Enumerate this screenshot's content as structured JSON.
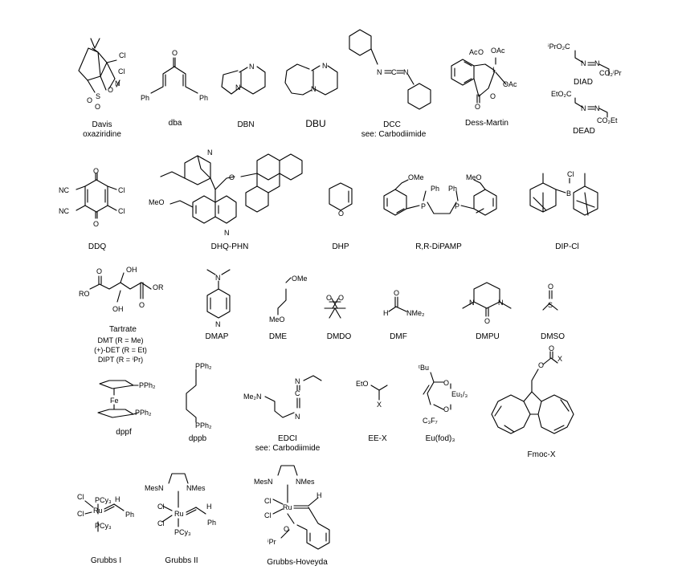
{
  "reagents": [
    {
      "id": "davis",
      "name_line1": "Davis",
      "name_line2": "oxaziridine"
    },
    {
      "id": "dba",
      "name": "dba"
    },
    {
      "id": "dbn",
      "name": "DBN"
    },
    {
      "id": "dbu",
      "name": "DBU"
    },
    {
      "id": "dcc",
      "name": "DCC",
      "note": "see: Carbodiimide"
    },
    {
      "id": "dess",
      "name": "Dess-Martin"
    },
    {
      "id": "diad",
      "name": "DIAD"
    },
    {
      "id": "dead",
      "name": "DEAD"
    },
    {
      "id": "ddq",
      "name": "DDQ"
    },
    {
      "id": "dhq",
      "name": "DHQ-PHN"
    },
    {
      "id": "dhp",
      "name": "DHP"
    },
    {
      "id": "dipamp",
      "name": "R,R-DiPAMP"
    },
    {
      "id": "dipcl",
      "name": "DIP-Cl"
    },
    {
      "id": "tartrate",
      "name": "Tartrate",
      "note1": "DMT (R = Me)",
      "note2": "(+)-DET (R = Et)",
      "note3": "DIPT (R = ⁱPr)"
    },
    {
      "id": "dmap",
      "name": "DMAP"
    },
    {
      "id": "dme",
      "name": "DME"
    },
    {
      "id": "dmdo",
      "name": "DMDO"
    },
    {
      "id": "dmf",
      "name": "DMF"
    },
    {
      "id": "dmpu",
      "name": "DMPU"
    },
    {
      "id": "dmso",
      "name": "DMSO"
    },
    {
      "id": "dppf",
      "name": "dppf"
    },
    {
      "id": "dppb",
      "name": "dppb"
    },
    {
      "id": "edci",
      "name": "EDCI",
      "note": "see: Carbodiimide"
    },
    {
      "id": "eex",
      "name": "EE-X"
    },
    {
      "id": "eufod",
      "name": "Eu(fod)₃"
    },
    {
      "id": "fmoc",
      "name": "Fmoc-X"
    },
    {
      "id": "grubbs1",
      "name": "Grubbs I"
    },
    {
      "id": "grubbs2",
      "name": "Grubbs II"
    },
    {
      "id": "hoveyda",
      "name": "Grubbs-Hoveyda"
    }
  ],
  "atom_labels": {
    "cl": "Cl",
    "n": "N",
    "o": "O",
    "s": "S",
    "ph": "Ph",
    "ac": "Ac",
    "oac": "OAc",
    "i": "I",
    "ipro2c": "ⁱPrO₂C",
    "co2ipr": "CO₂ⁱPr",
    "eto2c": "EtO₂C",
    "co2et": "CO₂Et",
    "nc": "NC",
    "c": "C",
    "meo": "MeO",
    "ome": "OMe",
    "p": "P",
    "b": "B",
    "ro": "RO",
    "or": "OR",
    "oh": "OH",
    "h": "H",
    "nme2": "NMe₂",
    "me2n": "Me₂N",
    "pph2": "PPh₂",
    "fe": "Fe",
    "eto": "EtO",
    "x": "X",
    "tbu": "ᵗBu",
    "c3f7": "C₃F₇",
    "eu": "Eu₁/₃",
    "pcy3": "PCy₃",
    "ru": "Ru",
    "mesn": "MesN",
    "nmes": "NMes",
    "mes_n": "MesN",
    "ipr": "ⁱPr"
  }
}
